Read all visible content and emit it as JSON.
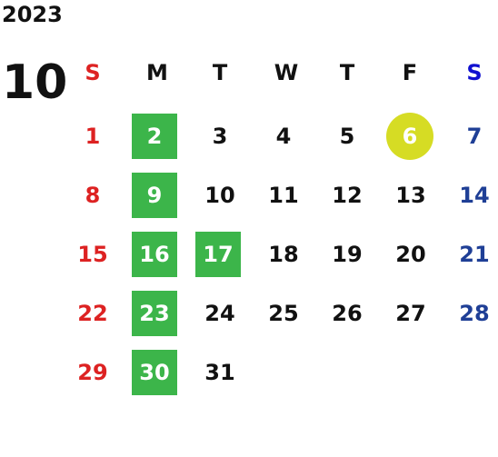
{
  "year": "2023",
  "month": "10",
  "weekdays": [
    "S",
    "M",
    "T",
    "W",
    "T",
    "F",
    "S"
  ],
  "weeks": [
    [
      "",
      "",
      "",
      "",
      "",
      "",
      ""
    ],
    [
      "1",
      "2",
      "3",
      "4",
      "5",
      "6",
      "7"
    ],
    [
      "8",
      "9",
      "10",
      "11",
      "12",
      "13",
      "14"
    ],
    [
      "15",
      "16",
      "17",
      "18",
      "19",
      "20",
      "21"
    ],
    [
      "22",
      "23",
      "24",
      "25",
      "26",
      "27",
      "28"
    ],
    [
      "29",
      "30",
      "31",
      "",
      "",
      "",
      ""
    ]
  ],
  "highlighted_green": [
    "2",
    "9",
    "16",
    "17",
    "23",
    "30"
  ],
  "highlighted_circle": [
    "6"
  ],
  "colors": {
    "sunday": "#dd2222",
    "saturday_header": "#1010d0",
    "saturday": "#1f3f96",
    "weekday": "#111111",
    "green_highlight": "#3cb54a",
    "circle_highlight": "#d6dc24"
  }
}
